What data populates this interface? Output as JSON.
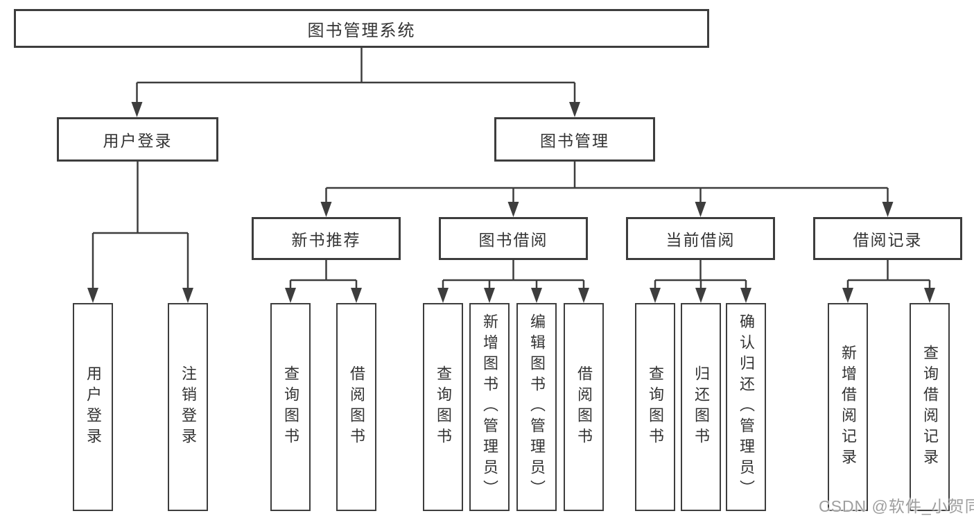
{
  "diagram": {
    "title": "图书管理系统",
    "type": "hierarchy-tree"
  },
  "colors": {
    "line": "#3d3d3d",
    "box_border": "#3d3d3d",
    "text": "#333333",
    "background": "#ffffff",
    "watermark": "#9e9e9e"
  },
  "watermark": {
    "text": "CSDN @软件_小贺同学"
  },
  "tree": {
    "root": {
      "label": "图书管理系统"
    },
    "children": [
      {
        "label": "用户登录",
        "children": [
          {
            "label": "用户登录"
          },
          {
            "label": "注销登录"
          }
        ]
      },
      {
        "label": "图书管理",
        "children": [
          {
            "label": "新书推荐",
            "children": [
              {
                "label": "查询图书"
              },
              {
                "label": "借阅图书"
              }
            ]
          },
          {
            "label": "图书借阅",
            "children": [
              {
                "label": "查询图书"
              },
              {
                "label": "新增图书（管理员）"
              },
              {
                "label": "编辑图书（管理员）"
              },
              {
                "label": "借阅图书"
              }
            ]
          },
          {
            "label": "当前借阅",
            "children": [
              {
                "label": "查询图书"
              },
              {
                "label": "归还图书"
              },
              {
                "label": "确认归还（管理员）"
              }
            ]
          },
          {
            "label": "借阅记录",
            "children": [
              {
                "label": "新增借阅记录"
              },
              {
                "label": "查询借阅记录"
              }
            ]
          }
        ]
      }
    ]
  }
}
